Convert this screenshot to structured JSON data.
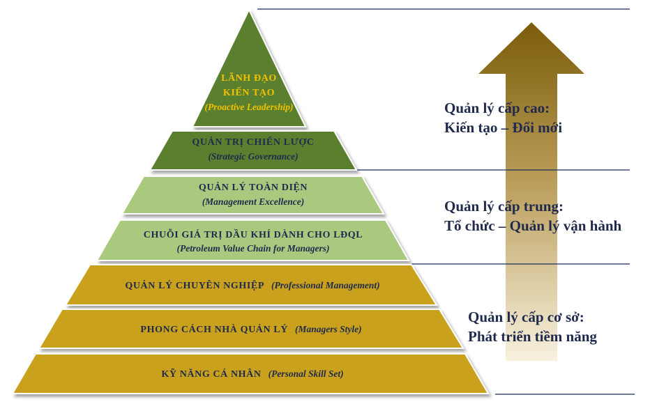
{
  "colors": {
    "dark_green": "#5a7f2e",
    "light_green": "#a9c97f",
    "gold": "#c9a11a",
    "navy_text": "#1f2a4d",
    "gold_text": "#f2c200",
    "rule_line": "#1b2a5c",
    "arrow_top": "#7a5c0a",
    "arrow_bottom": "#f5efd9"
  },
  "pyramid": {
    "apex": {
      "line1": "LÃNH ĐẠO",
      "line2": "KIẾN TẠO",
      "sub": "(Proactive Leadership)"
    },
    "levels": [
      {
        "id": "strategic",
        "title": "QUẢN TRỊ CHIẾN LƯỢC",
        "sub": "(Strategic Governance)",
        "tier": "dark_green"
      },
      {
        "id": "excellence",
        "title": "QUẢN LÝ TOÀN DIỆN",
        "sub": "(Management Excellence)",
        "tier": "light_green"
      },
      {
        "id": "value-chain",
        "title": "CHUỖI GIÁ TRỊ DẦU KHÍ DÀNH CHO LĐQL",
        "sub": "(Petroleum Value Chain for Managers)",
        "tier": "light_green"
      },
      {
        "id": "professional",
        "title": "QUẢN LÝ CHUYÊN NGHIỆP",
        "sub": "(Professional Management)",
        "tier": "gold"
      },
      {
        "id": "style",
        "title": "PHONG CÁCH NHÀ QUẢN LÝ",
        "sub": "(Managers Style)",
        "tier": "gold"
      },
      {
        "id": "skills",
        "title": "KỸ NĂNG CÁ NHÂN",
        "sub": "(Personal Skill Set)",
        "tier": "gold"
      }
    ]
  },
  "side_labels": {
    "top": {
      "line1": "Quản lý cấp cao:",
      "line2": "Kiến tạo – Đổi mới"
    },
    "middle": {
      "line1": "Quản lý cấp trung:",
      "line2": "Tổ chức – Quản lý vận hành"
    },
    "bottom": {
      "line1": "Quản lý cấp cơ sở:",
      "line2": "Phát triển tiềm năng"
    }
  }
}
